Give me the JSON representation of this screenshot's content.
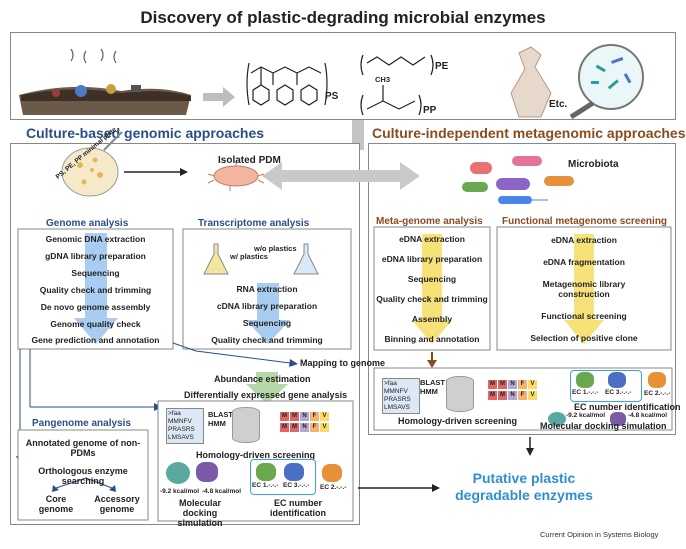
{
  "title": "Discovery of plastic-degrading microbial enzymes",
  "top": {
    "ps": "PS",
    "pe": "PE",
    "pp": "PP",
    "pp_ch3": "CH3",
    "etc": "Etc."
  },
  "left": {
    "heading": "Culture-based genomic approaches",
    "plate": "PS, PE, PP minimal plate",
    "isolated": "Isolated PDM",
    "genome": {
      "heading": "Genome analysis",
      "steps": [
        "Genomic DNA extraction",
        "gDNA library preparation",
        "Sequencing",
        "Quality check and trimming",
        "De novo genome assembly",
        "Genome quality check",
        "Gene prediction and annotation"
      ]
    },
    "transcriptome": {
      "heading": "Transcriptome analysis",
      "with": "w/ plastics",
      "without": "w/o plastics",
      "steps": [
        "RNA extraction",
        "cDNA library preparation",
        "Sequencing",
        "Quality check and trimming"
      ]
    },
    "deg": [
      "Mapping to genome",
      "Abundance estimation",
      "Differentially expressed gene analysis"
    ],
    "pangenome": {
      "heading": "Pangenome analysis",
      "annotated": "Annotated genome of non-PDMs",
      "ortho": "Orthologous enzyme searching",
      "core": "Core genome",
      "accessory": "Accessory genome"
    },
    "screen": {
      "faa": [
        ">faa",
        "MMNFV",
        "PRASRS",
        "LMSAVS"
      ],
      "blast": "BLAST",
      "hmm": "HMM",
      "label": "Homology-driven screening",
      "e1": "-9.2 kcal/mol",
      "e2": "-4.8 kcal/mol",
      "docking": "Molecular docking simulation",
      "ec1": "EC 1.-.-.-",
      "ec3": "EC 3.-.-.-",
      "ec2": "EC 2.-.-.-",
      "ecid": "EC number identification"
    }
  },
  "right": {
    "heading": "Culture-independent metagenomic approaches",
    "microbiota": "Microbiota",
    "meta": {
      "heading": "Meta-genome analysis",
      "steps": [
        "eDNA extraction",
        "eDNA library preparation",
        "Sequencing",
        "Quality check and trimming",
        "Assembly",
        "Binning and annotation"
      ]
    },
    "func": {
      "heading": "Functional metagenome screening",
      "steps": [
        "eDNA extraction",
        "eDNA fragmentation",
        "Metagenomic library construction",
        "Functional screening",
        "Selection of positive clone"
      ]
    },
    "screen": {
      "faa": [
        ">faa",
        "MMNFV",
        "PRASRS",
        "LMSAVS"
      ],
      "blast": "BLAST",
      "hmm": "HMM",
      "label": "Homology-driven screening",
      "e1": "-9.2 kcal/mol",
      "e2": "-4.8 kcal/mol",
      "docking": "Molecular docking simulation",
      "ec1": "EC 1.-.-.-",
      "ec3": "EC 3.-.-.-",
      "ec2": "EC 2.-.-.-",
      "ecid": "EC number identification"
    }
  },
  "result": "Putative plastic degradable enzymes",
  "source": "Current Opinion in Systems Biology",
  "seq_letters": [
    "M",
    "M",
    "N",
    "F",
    "V"
  ],
  "colors": {
    "blue": "#2a4e86",
    "brown": "#8a4b1e",
    "result": "#2f8fcf",
    "yellow": "#f3d23a",
    "lightblue": "#7fb2e5"
  }
}
